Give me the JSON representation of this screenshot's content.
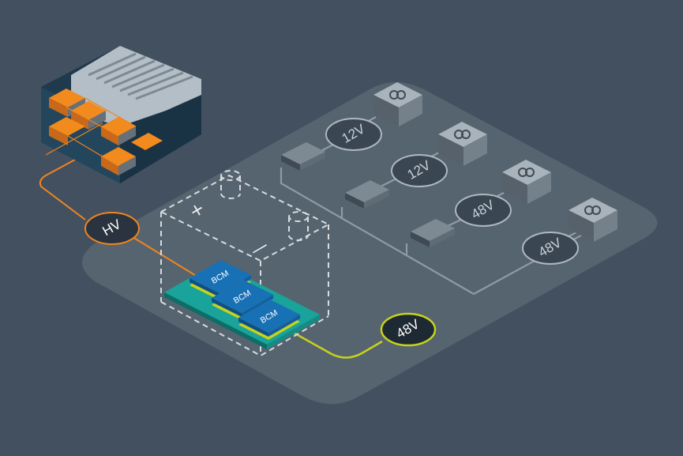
{
  "diagram": {
    "hv_label": "HV",
    "bus_label": "48V",
    "battery_plus": "+",
    "battery_minus": "—",
    "modules": [
      {
        "label": "BCM"
      },
      {
        "label": "BCM"
      },
      {
        "label": "BCM"
      }
    ],
    "loads": [
      {
        "voltage": "12V",
        "icon": "coil-icon"
      },
      {
        "voltage": "12V",
        "icon": "coil-icon"
      },
      {
        "voltage": "48V",
        "icon": "coil-icon"
      },
      {
        "voltage": "48V",
        "icon": "coil-icon"
      }
    ],
    "colors": {
      "background": "#435060",
      "platform": "#56646f",
      "hv_line": "#ef8420",
      "bus_line": "#c6d21d",
      "module_base": "#1aa39a",
      "module": "#1870b5",
      "hv_node": "#2a3440",
      "bus_node": "#1e2a33"
    }
  }
}
